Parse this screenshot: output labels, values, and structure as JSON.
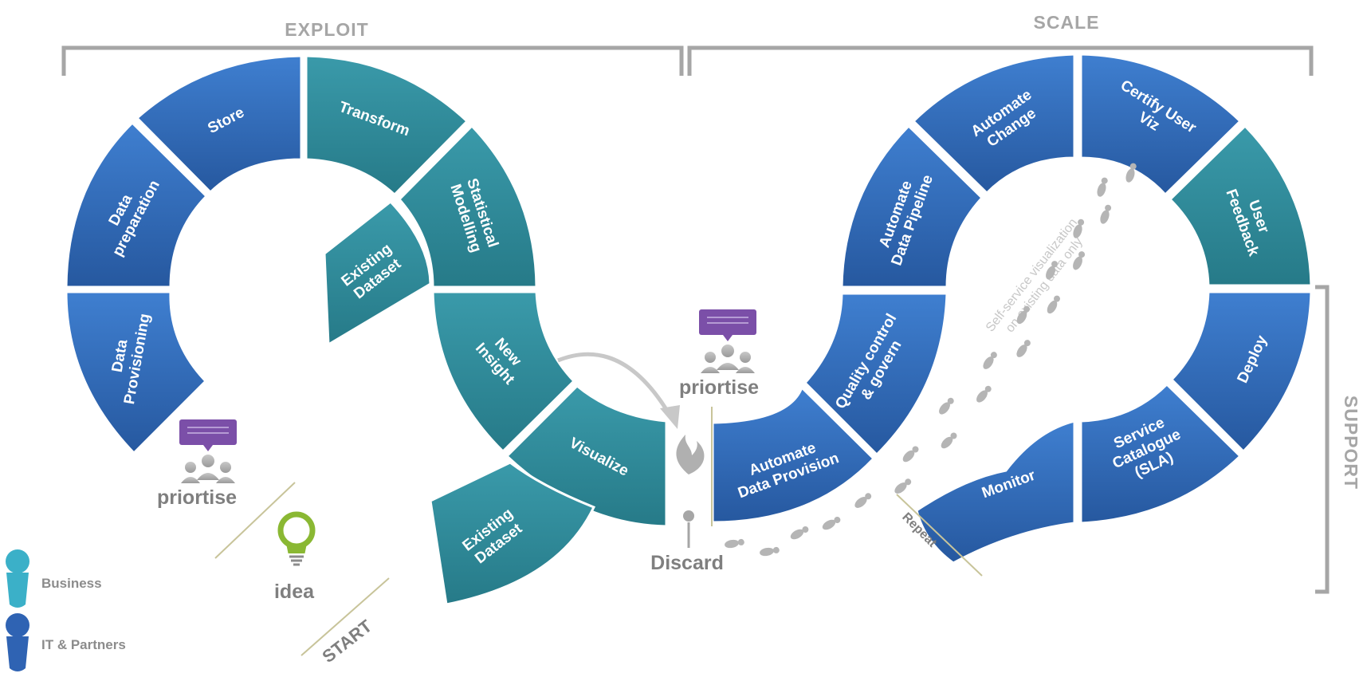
{
  "sections": {
    "exploit": "EXPLOIT",
    "scale": "SCALE",
    "support": "SUPPORT"
  },
  "exploit_loop": {
    "segments": [
      {
        "id": "data-provisioning",
        "label": [
          "Data",
          "Provisioning"
        ],
        "role": "it"
      },
      {
        "id": "data-preparation",
        "label": [
          "Data",
          "preparation"
        ],
        "role": "it"
      },
      {
        "id": "store",
        "label": [
          "Store"
        ],
        "role": "it"
      },
      {
        "id": "transform",
        "label": [
          "Transform"
        ],
        "role": "business"
      },
      {
        "id": "statistical-modelling",
        "label": [
          "Statistical",
          "Modelling"
        ],
        "role": "business"
      },
      {
        "id": "existing-dataset-top",
        "label": [
          "Existing",
          "Dataset"
        ],
        "role": "business"
      },
      {
        "id": "new-insight",
        "label": [
          "New",
          "Insight"
        ],
        "role": "business"
      },
      {
        "id": "visualize",
        "label": [
          "Visualize"
        ],
        "role": "business"
      },
      {
        "id": "existing-dataset-bottom",
        "label": [
          "Existing",
          "Dataset"
        ],
        "role": "business"
      }
    ]
  },
  "scale_loop": {
    "segments": [
      {
        "id": "automate-data-provision",
        "label": [
          "Automate",
          "Data Provision"
        ],
        "role": "it"
      },
      {
        "id": "quality-control",
        "label": [
          "Quality control",
          "& govern"
        ],
        "role": "it"
      },
      {
        "id": "automate-data-pipeline",
        "label": [
          "Automate",
          "Data Pipeline"
        ],
        "role": "it"
      },
      {
        "id": "automate-change",
        "label": [
          "Automate",
          "Change"
        ],
        "role": "it"
      },
      {
        "id": "certify-user-viz",
        "label": [
          "Certify User",
          "Viz"
        ],
        "role": "it"
      },
      {
        "id": "user-feedback",
        "label": [
          "User",
          "Feedback"
        ],
        "role": "business"
      },
      {
        "id": "deploy",
        "label": [
          "Deploy"
        ],
        "role": "it"
      },
      {
        "id": "service-catalogue",
        "label": [
          "Service",
          "Catalogue",
          "(SLA)"
        ],
        "role": "it"
      },
      {
        "id": "monitor",
        "label": [
          "Monitor"
        ],
        "role": "it"
      }
    ]
  },
  "annotations": {
    "priortise_left": "priortise",
    "priortise_right": "priortise",
    "idea": "idea",
    "start": "START",
    "discard": "Discard",
    "repeat": "Repeat",
    "self_service_note": [
      "Self-service visualization",
      "on existing data only"
    ]
  },
  "legend": [
    {
      "label": "Business",
      "role": "business"
    },
    {
      "label": "IT & Partners",
      "role": "it"
    }
  ],
  "colors": {
    "business": "#2e8a9a",
    "business_light": "#3d9eae",
    "it": "#2f63b3",
    "it_light": "#3f7ccc",
    "bracket": "#a6a6a6",
    "icon_purple": "#7b4fa8",
    "idea_green": "#8ab833"
  },
  "icons": [
    "meeting-icon",
    "lightbulb-icon",
    "fire-icon",
    "footprints-icon",
    "person-icon"
  ]
}
